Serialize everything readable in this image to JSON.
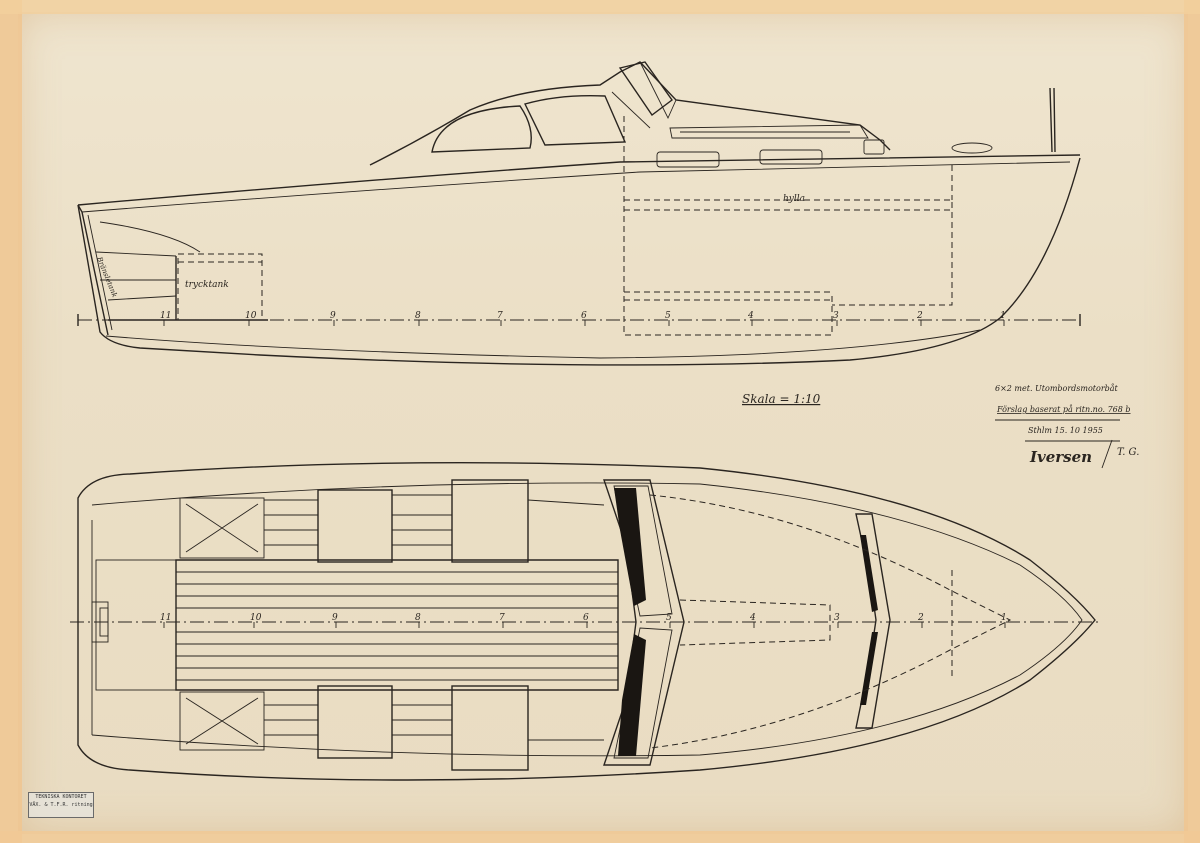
{
  "title_block": {
    "line1": "6×2 met. Utombordsmotorbåt",
    "line2": "Förslag baserat på ritn.no. 768 b",
    "line3": "Sthlm 15. 10 1955",
    "signature": "Iversen",
    "initials": "T. G."
  },
  "scale_label": "Skala = 1:10",
  "side_view": {
    "labels": {
      "shelf": "hylla",
      "tank": "trycktank",
      "transom": "Bränsletank"
    },
    "stations": [
      "11",
      "10",
      "9",
      "8",
      "7",
      "6",
      "5",
      "4",
      "3",
      "2",
      "1"
    ]
  },
  "plan_view": {
    "stations": [
      "11",
      "10",
      "9",
      "8",
      "7",
      "6",
      "5",
      "4",
      "3",
      "2",
      "1"
    ]
  },
  "stamp": {
    "line1": "TEKNISKA KONTORET",
    "line2": "VÄX. & T.F.R. ritning"
  }
}
